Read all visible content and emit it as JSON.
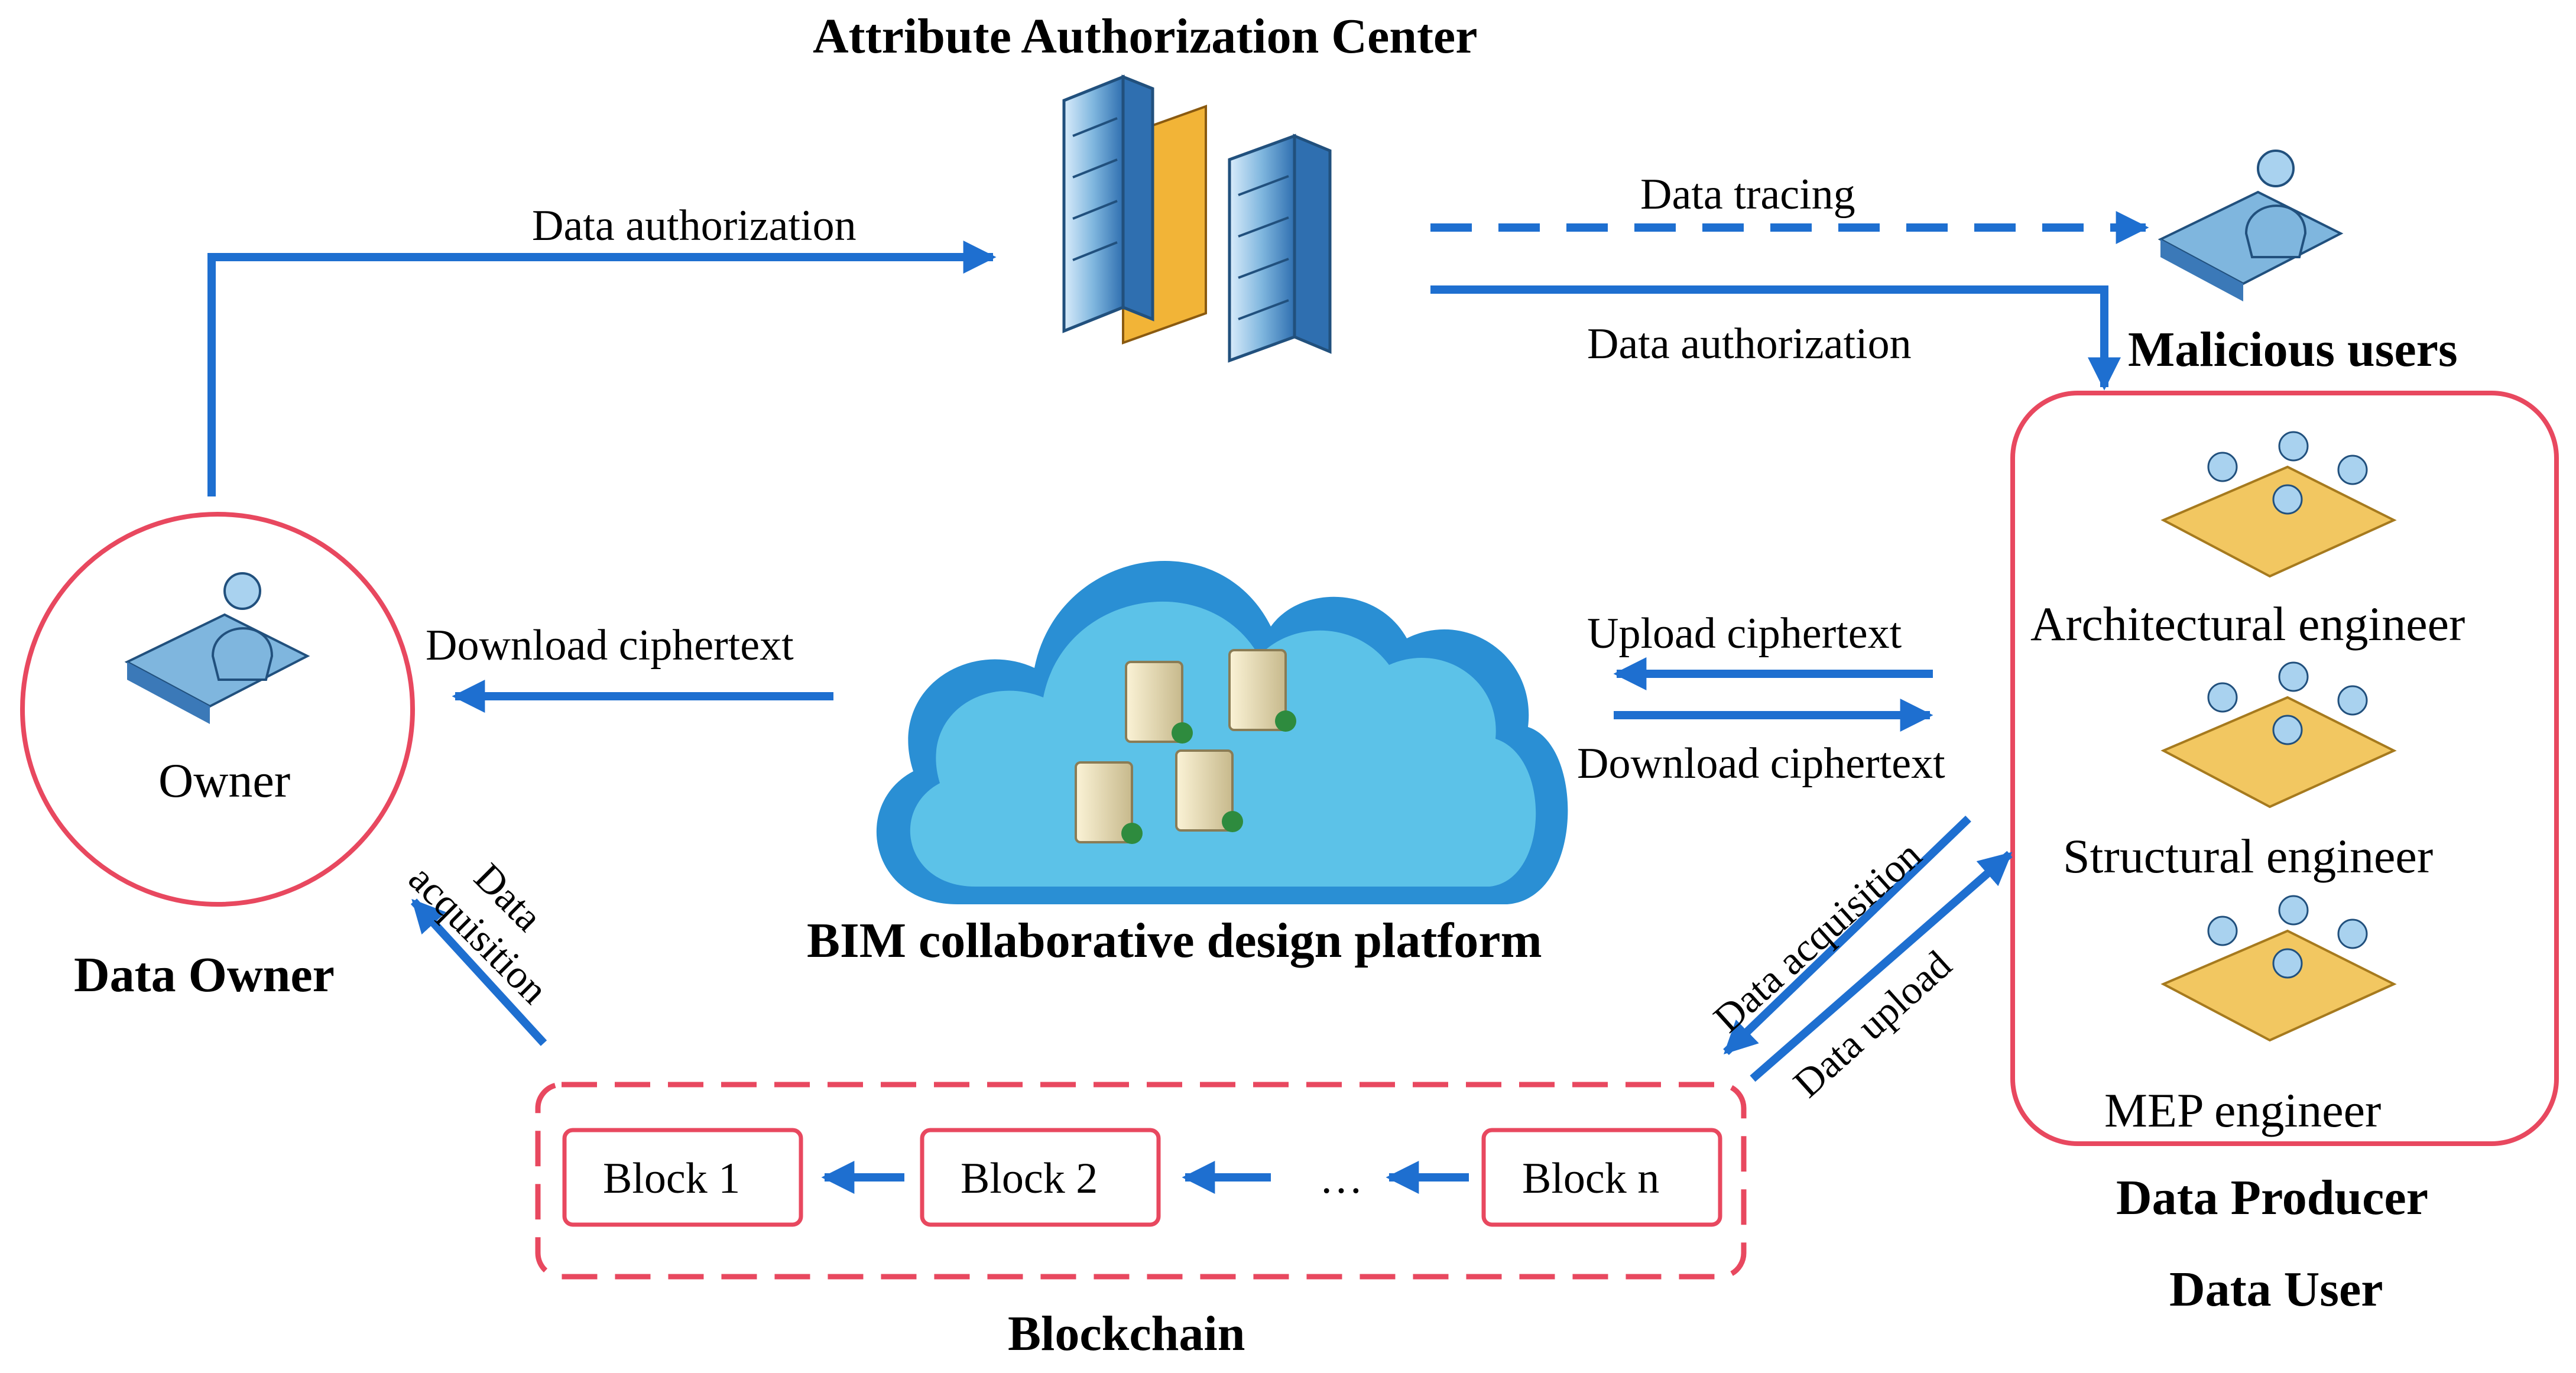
{
  "title": "Attribute Authorization Center",
  "flows": {
    "owner_to_center": "Data authorization",
    "tracing": "Data tracing",
    "center_to_producer": "Data authorization",
    "cloud_to_owner": "Download ciphertext",
    "upload": "Upload ciphertext",
    "download": "Download ciphertext",
    "chain_to_owner": "Data\nacquisition",
    "chain_to_producer": "Data acquisition",
    "producer_to_chain": "Data upload"
  },
  "owner": {
    "name": "Owner",
    "label": "Data Owner"
  },
  "platform": {
    "label": "BIM collaborative design platform"
  },
  "malicious": {
    "label": "Malicious users"
  },
  "producer": {
    "roles": [
      "Architectural engineer",
      "Structural engineer",
      "MEP engineer"
    ],
    "label_1": "Data Producer",
    "label_2": "Data User"
  },
  "blockchain": {
    "label": "Blockchain",
    "blocks": [
      "Block 1",
      "Block 2",
      "Block n"
    ],
    "ellipsis": "…"
  },
  "colors": {
    "arrow": "#1e6fd0",
    "red": "#e8485f",
    "cloud_outer": "#2a8fd4",
    "cloud_inner": "#5cc2e8",
    "icon_blue": "#7fb6de"
  }
}
